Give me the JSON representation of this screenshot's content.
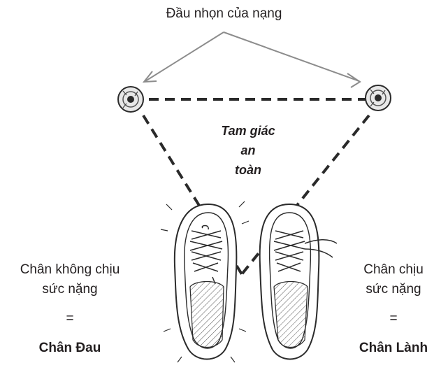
{
  "title": "Đầu nhọn của nạng",
  "triangle": {
    "line1": "Tam giác",
    "line2": "an",
    "line3": "toàn"
  },
  "left": {
    "line1": "Chân không chịu",
    "line2": "sức nặng",
    "equals": "=",
    "name": "Chân Đau"
  },
  "right": {
    "line1": "Chân chịu",
    "line2": "sức nặng",
    "equals": "=",
    "name": "Chân Lành"
  },
  "colors": {
    "ink": "#231f20",
    "sketch": "#2b2b2b",
    "arrow": "#8c8c8c",
    "dash": "#2a2a2a"
  }
}
